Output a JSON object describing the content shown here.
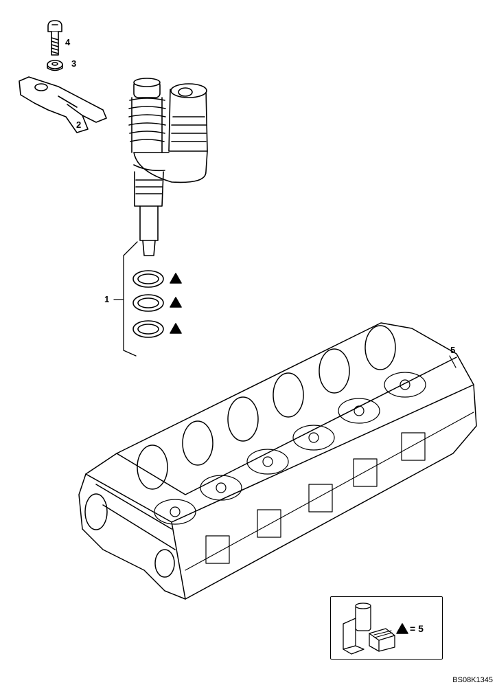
{
  "callouts": {
    "c1": "1",
    "c2": "2",
    "c3": "3",
    "c4": "4",
    "c5": "5"
  },
  "kit_legend": {
    "label": "= 5"
  },
  "drawing_ref": "BS08K1345",
  "line_color": "#000000",
  "background": "#ffffff"
}
